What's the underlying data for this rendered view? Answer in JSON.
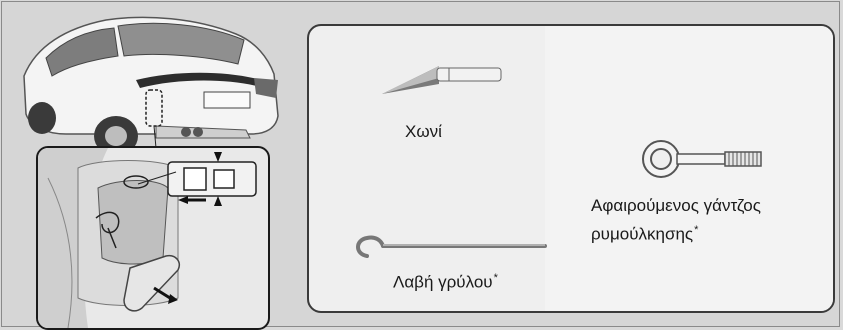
{
  "tools": {
    "funnel": {
      "label": "Χωνί",
      "icon": "funnel-icon"
    },
    "towing_hook": {
      "label_line1": "Αφαιρούμενος γάντζος",
      "label_line2": "ρυμούλκησης",
      "marker": "*",
      "icon": "towing-eye-hook-icon"
    },
    "jack_handle": {
      "label": "Λαβή γρύλου",
      "marker": "*",
      "icon": "jack-handle-icon"
    }
  },
  "illustrations": {
    "car": "car-rear-view-icon",
    "trunk_inset": "trunk-storage-straps-icon"
  },
  "colors": {
    "background": "#d9d9d9",
    "panel": "#efefef",
    "outline": "#3a3a3a"
  }
}
